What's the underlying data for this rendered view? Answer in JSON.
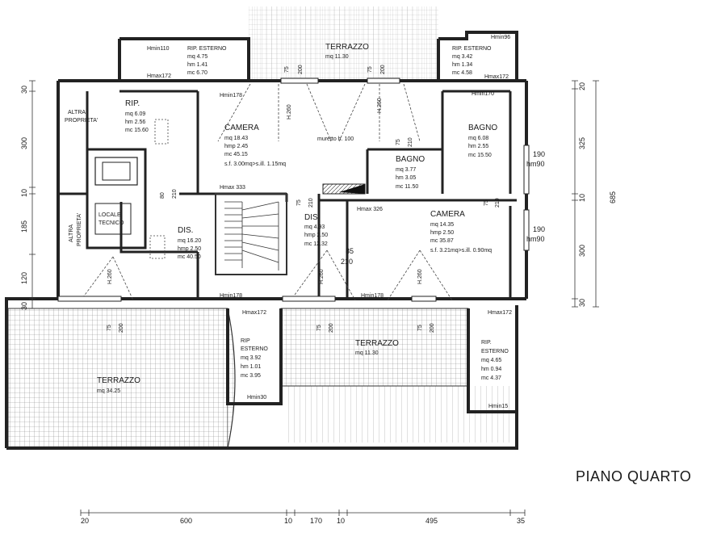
{
  "title": "PIANO QUARTO",
  "rooms": {
    "terrazzo_top": {
      "name": "TERRAZZO",
      "l1": "mq 11.30"
    },
    "rip_est_tl": {
      "name": "RIP. ESTERNO",
      "l1": "mq 4.75",
      "l2": "hm 1.41",
      "l3": "mc 6.70",
      "hmin": "Hmin110",
      "hmax": "Hmax172"
    },
    "rip_est_tr": {
      "name": "RIP. ESTERNO",
      "l1": "mq 3.42",
      "l2": "hm 1.34",
      "l3": "mc 4.58",
      "hmin": "Hmin96",
      "hmax": "Hmax172"
    },
    "altra_1": {
      "name1": "ALTRA",
      "name2": "PROPRIETA'"
    },
    "altra_2": {
      "name1": "ALTRA",
      "name2": "PROPRIETA'"
    },
    "rip_int": {
      "name": "RIP.",
      "l1": "mq 6.09",
      "l2": "hm 2.56",
      "l3": "mc 15.60"
    },
    "camera_1": {
      "name": "CAMERA",
      "l1": "mq 18.43",
      "l2": "hmp 2.45",
      "l3": "mc 45.15",
      "l4": "s.f. 3.00mq>s.ill. 1.15mq",
      "hmin": "Hmin178",
      "hmax": "Hmax 333"
    },
    "bagno_1": {
      "name": "BAGNO",
      "l1": "mq 6.08",
      "l2": "hm 2.55",
      "l3": "mc 15.50",
      "hmin": "Hmin170"
    },
    "bagno_2": {
      "name": "BAGNO",
      "l1": "mq 3.77",
      "l2": "hm 3.05",
      "l3": "mc 11.50",
      "muretto": "muretto h. 100"
    },
    "locale": {
      "name1": "LOCALE",
      "name2": "TECNICO"
    },
    "dis_1": {
      "name": "DIS.",
      "l1": "mq 16.20",
      "l2": "hmp 2.50",
      "l3": "mc 40.50"
    },
    "dis_2": {
      "name": "DIS.",
      "l1": "mq 4.93",
      "l2": "hmp 2.50",
      "l3": "mc 12.32"
    },
    "camera_2": {
      "name": "CAMERA",
      "l1": "mq 14.35",
      "l2": "hmp 2.50",
      "l3": "mc 35.87",
      "l4": "s.f. 3.21mq>s.ill. 0.90mq",
      "hmax": "Hmax 326"
    },
    "terrazzo_left": {
      "name": "TERRAZZO",
      "l1": "mq 34.25"
    },
    "rip_est_bl": {
      "name1": "RIP",
      "name2": "ESTERNO",
      "l1": "mq 3.92",
      "l2": "hm 1.01",
      "l3": "mc 3.95",
      "hmin": "Hmin30",
      "hmax": "Hmax172"
    },
    "terrazzo_mid": {
      "name": "TERRAZZO",
      "l1": "mq 11.30"
    },
    "rip_est_br": {
      "name1": "RIP.",
      "name2": "ESTERNO",
      "l1": "mq 4.65",
      "l2": "hm 0.94",
      "l3": "mc 4.37",
      "hmin": "Hmin15",
      "hmax": "Hmax172"
    }
  },
  "heights": {
    "hmin178a": "Hmin178",
    "hmin178b": "Hmin178",
    "hmin178c": "Hmin178",
    "h260": "H.260"
  },
  "openings": {
    "w75": "75",
    "w200": "200",
    "w210": "210",
    "w80": "80",
    "w85": "85",
    "w190": "190",
    "hm90": "hm90"
  },
  "dims_left": [
    "30",
    "300",
    "10",
    "185",
    "120",
    "30"
  ],
  "dims_right": [
    "20",
    "325",
    "10",
    "300",
    "30"
  ],
  "dims_right_total": "685",
  "dims_bottom": [
    "20",
    "600",
    "10",
    "170",
    "10",
    "495",
    "35"
  ]
}
